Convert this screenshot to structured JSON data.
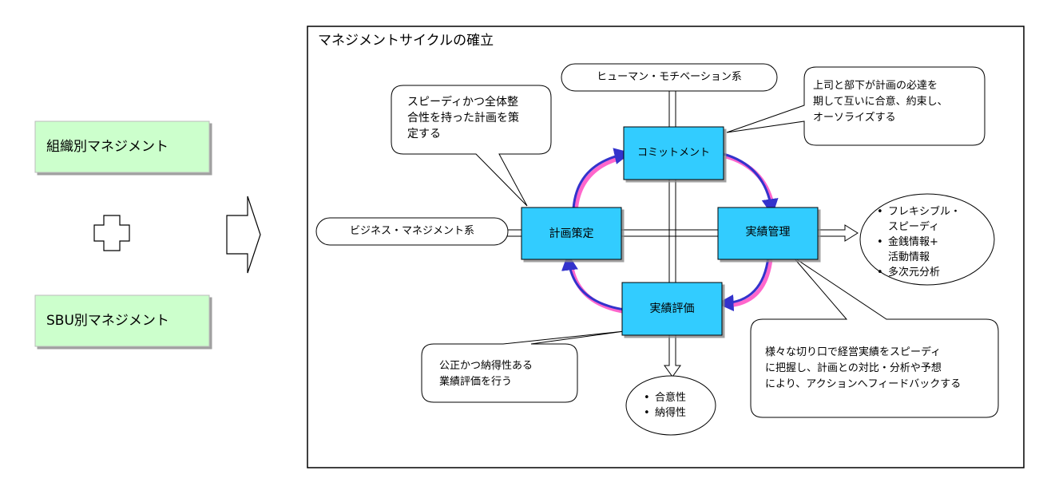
{
  "left_panel": {
    "box_top": "組織別マネジメント",
    "box_bottom": "SBU別マネジメント"
  },
  "frame_title": "マネジメントサイクルの確立",
  "axes": {
    "top": "ヒューマン・モチベーション系",
    "left": "ビジネス・マネジメント系"
  },
  "cycle": {
    "top": "コミットメント",
    "right": "実績管理",
    "bottom": "実績評価",
    "left": "計画策定"
  },
  "callouts": {
    "plan": "スピーディかつ全体整\n合性を持った計画を策\n定する",
    "commit": "上司と部下が計画の必達を\n期して互いに合意、約束し、\nオーソライズする",
    "evaluate": "公正かつ納得性ある\n業績評価を行う",
    "manage": "様々な切り口で経営実績をスピーディ\nに把握し、計画との対比・分析や予想\nにより、アクションへフィードバックする"
  },
  "outputs": {
    "right": [
      "フレキシブル・\nスピーディ",
      "金銭情報+\n活動情報",
      "多次元分析"
    ],
    "bottom": [
      "合意性",
      "納得性"
    ]
  },
  "colors": {
    "left_box_fill": "#ccffcc",
    "cycle_box_fill": "#33ccff",
    "arrow_blue": "#3333cc",
    "arrow_pink": "#ff66cc"
  }
}
